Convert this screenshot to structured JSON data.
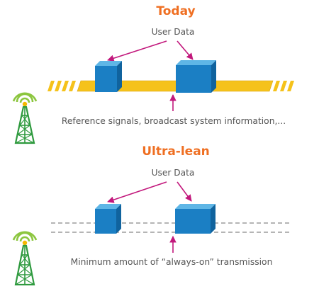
{
  "today": {
    "title": "Today",
    "user_data_label": "User Data",
    "caption": "Reference signals, broadcast system information,..."
  },
  "ultra_lean": {
    "title": "Ultra-lean",
    "user_data_label": "User Data",
    "caption": "Minimum amount of “always-on” transmission"
  },
  "colors": {
    "title": "#ef6f22",
    "arrow": "#c2187c",
    "block_front": "#1b7fc4",
    "block_top": "#5fb6e6",
    "block_side": "#10639e",
    "band": "#f5c21b",
    "band_edge": "#d9a514",
    "dashed_line": "#b5b5b5",
    "tower": "#2e9a3e",
    "waves": "#8cc63f",
    "tower_light": "#f5b800"
  },
  "icons": [
    "antenna-tower-icon",
    "antenna-tower-icon"
  ]
}
